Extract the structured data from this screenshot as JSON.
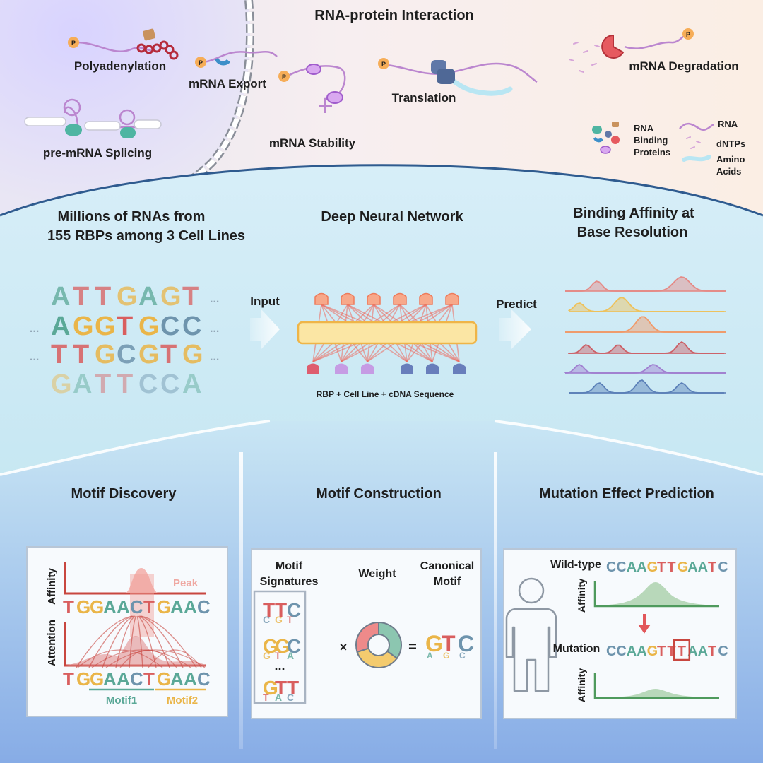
{
  "top": {
    "title": "RNA-protein Interaction",
    "processes": {
      "polyadenylation": "Polyadenylation",
      "mrna_export": "mRNA Export",
      "translation": "Translation",
      "mrna_degradation": "mRNA Degradation",
      "pre_mrna_splicing": "pre-mRNA Splicing",
      "mrna_stability": "mRNA Stability"
    },
    "phosphate_label": "P",
    "legend": {
      "rbp_line1": "RNA",
      "rbp_line2": "Binding",
      "rbp_line3": "Proteins",
      "rna": "RNA",
      "dntps": "dNTPs",
      "amino_line1": "Amino",
      "amino_line2": "Acids"
    }
  },
  "pipeline": {
    "data_title_line1": "Millions of RNAs from",
    "data_title_line2": "155 RBPs among 3 Cell Lines",
    "network_title": "Deep Neural Network",
    "output_title_line1": "Binding Affinity at",
    "output_title_line2": "Base Resolution",
    "input_label": "Input",
    "predict_label": "Predict",
    "network_caption": "RBP + Cell Line + cDNA Sequence",
    "ellipsis": "...",
    "sequences": [
      "ATTGAGT",
      "AGGTGCC",
      "TTGCGTG",
      "GATTCCA"
    ]
  },
  "panels": {
    "motif_discovery": {
      "title": "Motif Discovery",
      "affinity_label": "Affinity",
      "attention_label": "Attention",
      "peak_label": "Peak",
      "sequence": "TGGAACTGAAC",
      "motif1": "Motif1",
      "motif2": "Motif2"
    },
    "motif_construction": {
      "title": "Motif Construction",
      "signatures_line1": "Motif",
      "signatures_line2": "Signatures",
      "weight_label": "Weight",
      "canonical_line1": "Canonical",
      "canonical_line2": "Motif",
      "signature_logos": [
        "TTC",
        "GGC",
        "GTT"
      ],
      "signature_ellipsis": "...",
      "canonical_logo": "GTC",
      "times_symbol": "×",
      "equals_symbol": "=",
      "donut_segments": [
        {
          "share": 0.35,
          "color": "#8cc6b0"
        },
        {
          "share": 0.35,
          "color": "#f4cb6e"
        },
        {
          "share": 0.3,
          "color": "#ee8a8a"
        }
      ]
    },
    "mutation_effect": {
      "title": "Mutation Effect Prediction",
      "wild_type_label": "Wild-type",
      "wild_type_seq": "CCAAGTTGAATC",
      "mutation_label": "Mutation",
      "mutation_seq": "CCAAGTTTAATC",
      "mutated_index": 7,
      "affinity_label": "Affinity"
    }
  },
  "colors": {
    "A": "#5aa897",
    "C": "#6e94ad",
    "G": "#eab548",
    "T": "#d95e5e",
    "accent_red": "#c8463f",
    "line_green": "#4f9a5d",
    "sky_top": "#d4eef8",
    "sky_bottom": "#9fc4ea"
  }
}
